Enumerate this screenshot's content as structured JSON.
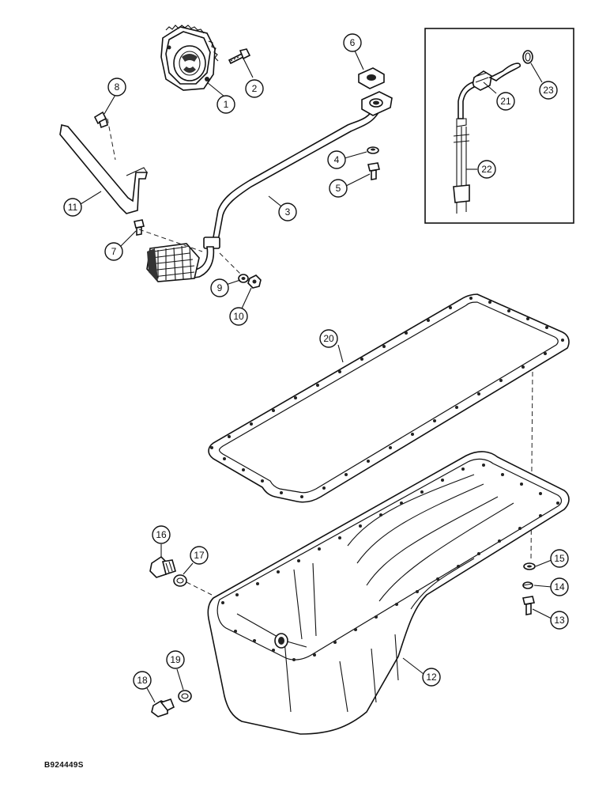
{
  "figure_code": "B924449S",
  "callouts": [
    {
      "n": "1"
    },
    {
      "n": "2"
    },
    {
      "n": "3"
    },
    {
      "n": "4"
    },
    {
      "n": "5"
    },
    {
      "n": "6"
    },
    {
      "n": "7"
    },
    {
      "n": "8"
    },
    {
      "n": "9"
    },
    {
      "n": "10"
    },
    {
      "n": "11"
    },
    {
      "n": "12"
    },
    {
      "n": "13"
    },
    {
      "n": "14"
    },
    {
      "n": "15"
    },
    {
      "n": "16"
    },
    {
      "n": "17"
    },
    {
      "n": "18"
    },
    {
      "n": "19"
    },
    {
      "n": "20"
    },
    {
      "n": "21"
    },
    {
      "n": "22"
    },
    {
      "n": "23"
    }
  ]
}
